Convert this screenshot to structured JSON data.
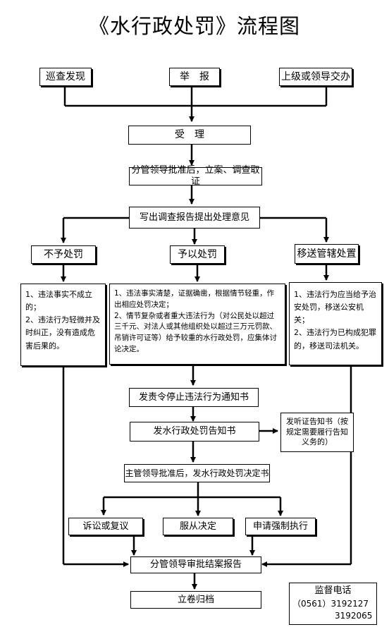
{
  "title": "《水行政处罚》流程图",
  "sources": [
    "巡查发现",
    "举　报",
    "上级或领导交办"
  ],
  "steps": {
    "accept": "受　理",
    "register": "分管领导批准后，立案、调查取证",
    "report": "写出调查报告提出处理意见"
  },
  "branches": [
    "不予处罚",
    "予以处罚",
    "移送管辖处置"
  ],
  "branch_details": {
    "no_penalty": [
      "1、违法事实不成立的；",
      "2、违法行为轻微并及时纠正，没有造成危害后果的。"
    ],
    "penalty": [
      "1、违法事实清楚，证据确凿，根据情节轻重，作出相应处罚决定；",
      "2、情节复杂或者重大违法行为（对公民处以超过三千元、对法人或其他组织处以超过三万元罚款、吊销许可证等）给予较重的水行政处罚，应集体讨论决定。"
    ],
    "transfer": [
      "1、违法行为应当给予治安处罚，移送公安机关；",
      "2、违法行为已构成犯罪的，移送司法机关。"
    ]
  },
  "process": {
    "order_stop": "发责令停止违法行为通知书",
    "notice": "发水行政处罚告知书",
    "hearing": "发听证告知书（按规定需要履行告知义务的）",
    "decision": "主管领导批准后，发水行政处罚决定书"
  },
  "outcomes": [
    "诉讼或复议",
    "服从决定",
    "申请强制执行"
  ],
  "final": {
    "approval": "分管领导审批结案报告",
    "archive": "立卷归档"
  },
  "contact": {
    "label": "监督电话",
    "phone1": "（0561）3192127",
    "phone2": "3192065"
  }
}
